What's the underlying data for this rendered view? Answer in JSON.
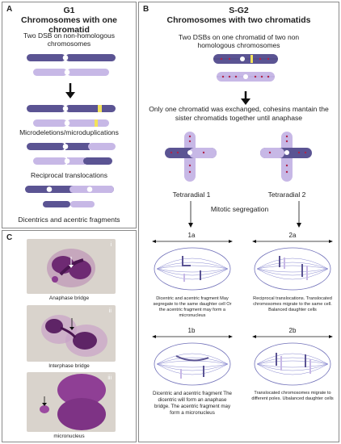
{
  "panel_a": {
    "letter": "A",
    "title": "G1",
    "subtitle": "Chromosomes with one chromatid",
    "intro": "Two DSB on non-homologous chromosomes",
    "label_micro": "Microdeletions/microduplications",
    "label_reciprocal": "Reciprocal translocations",
    "label_dicentric": "Dicentrics and acentric fragments"
  },
  "panel_b": {
    "letter": "B",
    "title": "S-G2",
    "subtitle": "Chromosomes with two chromatids",
    "intro": "Two DSBs on one chromatid of two non homologous chromosomes",
    "exchange_text": "Only one chromatid was exchanged, cohesins mantain the sister chromatids together until anaphase",
    "tetraradial1": "Tetraradial 1",
    "tetraradial2": "Tetraradial 2",
    "segregation": "Mitotic  segregation",
    "case_1a": {
      "label": "1a",
      "text": "Dicentric and acentric fragment May  segregate to the same daughter cell Or the  acentric fragment may form a micronucleus"
    },
    "case_2a": {
      "label": "2a",
      "text": "Reciprocal translocations. Translocated chromosomes migrate to the same cell. Balanced daughter cells"
    },
    "case_1b": {
      "label": "1b",
      "text": "Dicentric and acentric fragment The dicentric will form an anaphase bridge. The acentric fragment may  form a micronucleus"
    },
    "case_2b": {
      "label": "2b",
      "text": "Translocated chromosomes migrate to different poles. Ubalanced daughter cells"
    }
  },
  "panel_c": {
    "letter": "C",
    "photos": [
      {
        "numeral": "i",
        "caption": "Anaphase bridge"
      },
      {
        "numeral": "ii",
        "caption": "Interphase bridge"
      },
      {
        "numeral": "iii",
        "caption": "micronucleus"
      }
    ]
  },
  "colors": {
    "dark_chromosome": "#5b5493",
    "light_chromosome": "#c7b8e6",
    "centromere": "#ffffff",
    "break_mark": "#f2e25a",
    "kinetochore_dot": "#b0234a",
    "spindle": "#6f6fb8",
    "stain": "#8a3b8f"
  }
}
